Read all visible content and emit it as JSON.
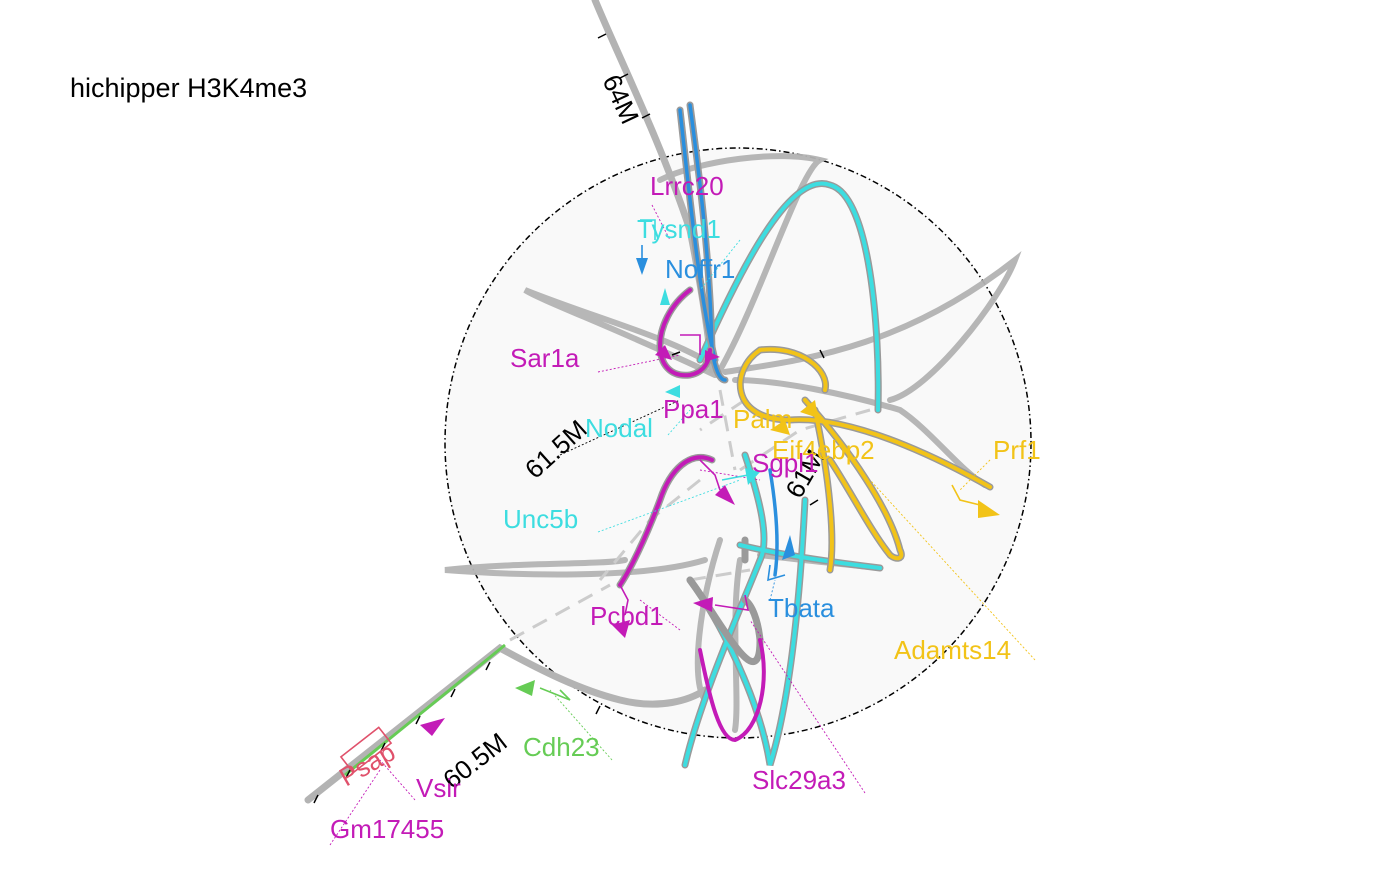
{
  "title": "hichipper H3K4me3",
  "colors": {
    "backbone": "#b3b3b3",
    "magenta": "#c31bb7",
    "cyan": "#3ddde0",
    "blue": "#2a8fde",
    "yellow": "#f2c318",
    "green": "#66cc55",
    "red": "#e0516b",
    "black": "#000000"
  },
  "scale_labels": {
    "m64": "64M",
    "m61_5": "61.5M",
    "m61": "61M",
    "m60_5": "60.5M"
  },
  "genes": [
    {
      "id": "lrrc20",
      "label": "Lrrc20",
      "color": "magenta"
    },
    {
      "id": "tysnd1",
      "label": "Tysnd1",
      "color": "cyan"
    },
    {
      "id": "noffr1",
      "label": "Noffr1",
      "color": "blue"
    },
    {
      "id": "sar1a",
      "label": "Sar1a",
      "color": "magenta"
    },
    {
      "id": "ppa1",
      "label": "Ppa1",
      "color": "magenta"
    },
    {
      "id": "nodal",
      "label": "Nodal",
      "color": "cyan"
    },
    {
      "id": "palm",
      "label": "Palm",
      "color": "yellow"
    },
    {
      "id": "eif4ebp2",
      "label": "Eif4ebp2",
      "color": "yellow"
    },
    {
      "id": "prf1",
      "label": "Prf1",
      "color": "yellow"
    },
    {
      "id": "sgpl1",
      "label": "Sgpl1",
      "color": "magenta"
    },
    {
      "id": "unc5b",
      "label": "Unc5b",
      "color": "cyan"
    },
    {
      "id": "pcbd1",
      "label": "Pcbd1",
      "color": "magenta"
    },
    {
      "id": "tbata",
      "label": "Tbata",
      "color": "blue"
    },
    {
      "id": "adamts14",
      "label": "Adamts14",
      "color": "yellow"
    },
    {
      "id": "cdh23",
      "label": "Cdh23",
      "color": "green"
    },
    {
      "id": "slc29a3",
      "label": "Slc29a3",
      "color": "magenta"
    },
    {
      "id": "psap",
      "label": "Psap",
      "color": "red"
    },
    {
      "id": "vsir",
      "label": "Vsir",
      "color": "magenta"
    },
    {
      "id": "gm17455",
      "label": "Gm17455",
      "color": "magenta"
    }
  ]
}
